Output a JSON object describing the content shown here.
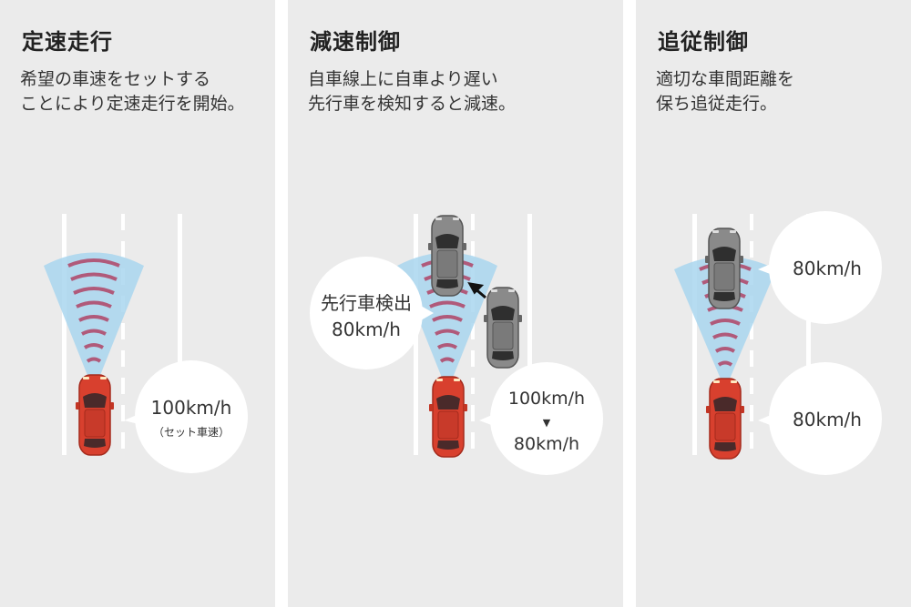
{
  "colors": {
    "panel_bg": "#ebebeb",
    "radar_fill": "#a9d6ee",
    "radar_arc": "#b05a7a",
    "own_car": "#d8402e",
    "other_car": "#7b7b7b",
    "bubble": "#ffffff"
  },
  "panels": [
    {
      "title": "定速走行",
      "description": [
        "希望の車速をセットする",
        "ことにより定速走行を開始。"
      ],
      "bubbles": [
        {
          "line1": "100km/h",
          "line2": "（セット車速）"
        }
      ]
    },
    {
      "title": "減速制御",
      "description": [
        "自車線上に自車より遅い",
        "先行車を検知すると減速。"
      ],
      "bubbles": [
        {
          "line1": "先行車検出",
          "line2": "80km/h"
        },
        {
          "line1": "100km/h",
          "arrow": "▼",
          "line2": "80km/h"
        }
      ]
    },
    {
      "title": "追従制御",
      "description": [
        "適切な車間距離を",
        "保ち追従走行。"
      ],
      "bubbles": [
        {
          "line1": "80km/h"
        },
        {
          "line1": "80km/h"
        }
      ]
    }
  ]
}
